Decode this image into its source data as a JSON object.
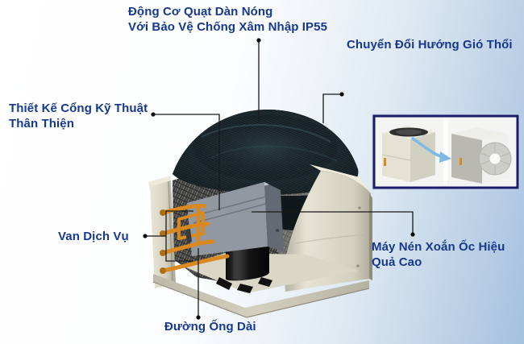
{
  "colors": {
    "label_color": "#16388e",
    "background_left": "#ffffff",
    "background_right": "#a5c1de",
    "leader_color": "#1a1a1a",
    "cabinet_color": "#d5d2c2",
    "coil_color": "#3f3f3f",
    "compressor_color": "#161616",
    "pipe_color": "#d9891f",
    "fan_color": "#10181c",
    "control_box_color": "#9298a2",
    "inset_border_color": "#1b1b6b",
    "inset_arrow_color": "#7db8e6"
  },
  "labels": {
    "fan_motor": {
      "line1": "Động Cơ Quạt Dàn Nóng",
      "line2": "Với Bảo Vệ Chống Xâm Nhập IP55"
    },
    "air_direction": {
      "text": "Chuyển Đổi Hướng Gió Thổi"
    },
    "service_port": {
      "line1": "Thiết Kế Cổng Kỹ Thuật",
      "line2": "Thân Thiện"
    },
    "service_valve": {
      "text": "Van Dịch Vụ"
    },
    "compressor": {
      "line1": "Máy Nén Xoắn Ốc Hiệu",
      "line2": "Quả Cao"
    },
    "piping": {
      "text": "Đường Ống Dài"
    }
  },
  "illustration": {
    "subject": "cutaway-condensing-unit",
    "inset": {
      "left_image": "top-discharge-unit",
      "right_image": "side-discharge-unit",
      "arrow_icon": "curved-arrow-icon"
    }
  }
}
